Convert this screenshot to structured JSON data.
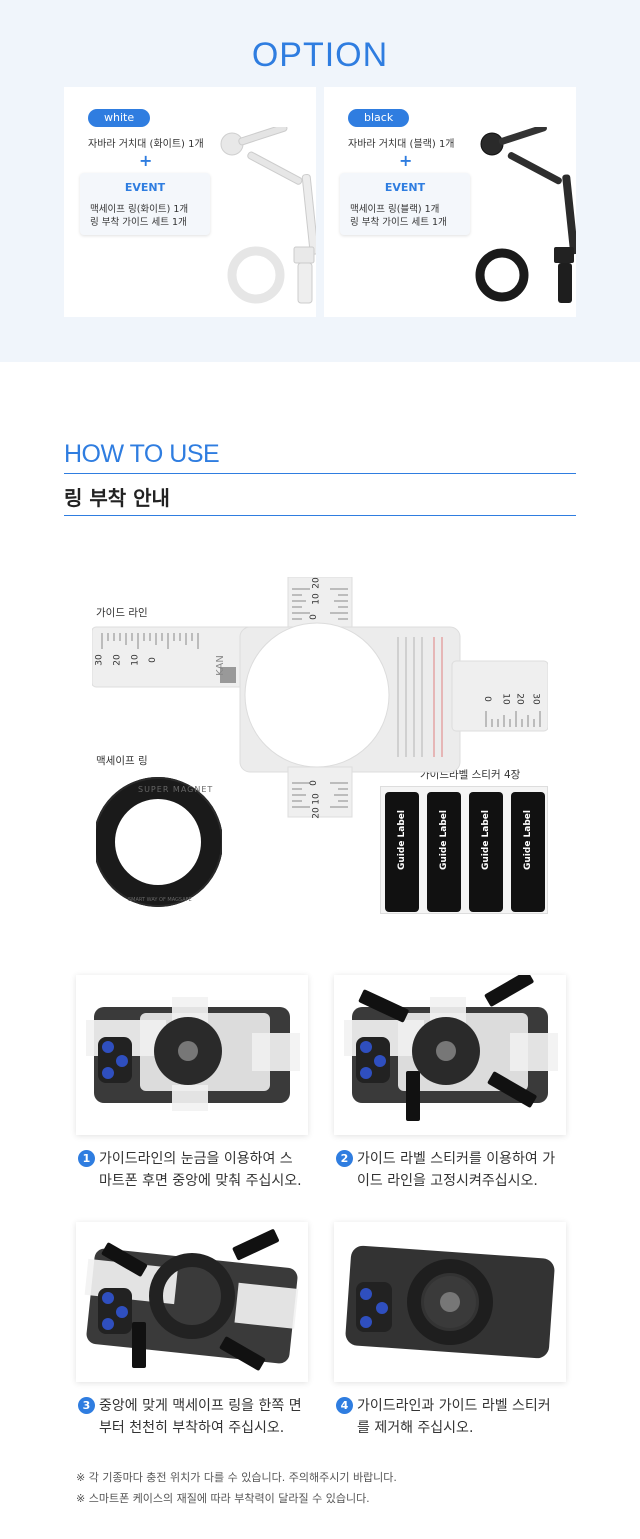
{
  "option": {
    "title": "OPTION",
    "white": {
      "pill": "white",
      "item": "자바라 거치대 (화이트) 1개",
      "plus": "+",
      "event_title": "EVENT",
      "event_line1": "맥세이프 링(화이트) 1개",
      "event_line2": "링 부착 가이드 세트 1개"
    },
    "black": {
      "pill": "black",
      "item": "자바라 거치대 (블랙) 1개",
      "plus": "+",
      "event_title": "EVENT",
      "event_line1": "맥세이프 링(블랙) 1개",
      "event_line2": "링 부착 가이드 세트 1개"
    }
  },
  "howto": {
    "title": "HOW TO USE",
    "subtitle": "링 부착 안내",
    "labels": {
      "guide_line": "가이드 라인",
      "magsafe_ring": "맥세이프 링",
      "guide_sticker": "가이드라벨 스티커 4장"
    },
    "ring_text": "SUPER MAGNET",
    "ring_subtext": "SMART WAY OF MAGSAFE",
    "brand": "KAN",
    "sticker_label": "Guide Label",
    "ruler_ticks_left": [
      "30",
      "20",
      "10",
      "0"
    ],
    "ruler_ticks_top": [
      "0",
      "10",
      "20"
    ],
    "ruler_ticks_right": [
      "0",
      "10",
      "20",
      "30"
    ],
    "ruler_ticks_bottom": [
      "0",
      "10",
      "20"
    ]
  },
  "steps": [
    {
      "num": "1",
      "line1": "가이드라인의 눈금을 이용하여 스",
      "line2": "마트폰 후면 중앙에 맞춰 주십시오."
    },
    {
      "num": "2",
      "line1": "가이드 라벨 스티커를 이용하여 가",
      "line2": "이드 라인을 고정시켜주십시오."
    },
    {
      "num": "3",
      "line1": "중앙에 맞게 맥세이프 링을 한쪽 면",
      "line2": "부터 천천히 부착하여 주십시오."
    },
    {
      "num": "4",
      "line1": "가이드라인과 가이드 라벨 스티커",
      "line2": "를 제거해 주십시오."
    }
  ],
  "notes": [
    "※ 각 기종마다 충전 위치가 다를 수 있습니다. 주의해주시기 바랍니다.",
    "※ 스마트폰 케이스의 재질에 따라 부착력이 달라질 수 있습니다."
  ],
  "colors": {
    "accent": "#2f7de0",
    "option_bg": "#f0f5fb"
  }
}
